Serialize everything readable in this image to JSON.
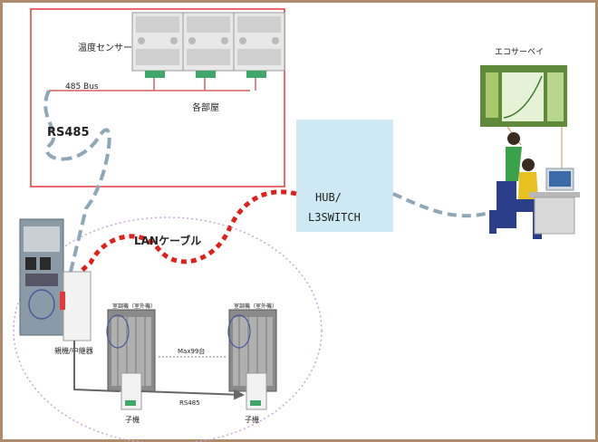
{
  "labels": {
    "temp_sensor": "温度センサー",
    "bus_485": "485 Bus",
    "rooms": "各部屋",
    "rs485": "RS485",
    "hub_line1": "HUB/",
    "hub_line2": "L3SWITCH",
    "lan_cable": "LANケーブル",
    "eco_surveyor": "エコサーベイ",
    "ac_left": "室調機（室外機）",
    "ac_right": "室調機（室外機）",
    "max_units": "Max99台",
    "rs485_bottom": "RS485",
    "child_left": "子機",
    "child_right": "子機",
    "parent_relay": "親機/中継器"
  },
  "colors": {
    "outer_border": "#b08a6a",
    "room_box_border": "#e23a3a",
    "hub_fill": "#cfe9f4",
    "lan_cable": "#e0201a",
    "rs485_cable": "#8ea8b8",
    "dotted_circle": "#c9a8d8",
    "bus_line": "#d66060"
  }
}
